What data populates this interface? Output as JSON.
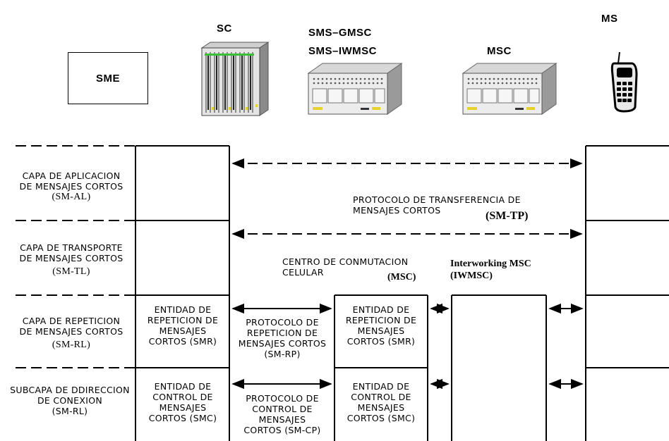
{
  "devices": {
    "sme": "SME",
    "sc": "SC",
    "gmsc_1": "SMS–GMSC",
    "gmsc_2": "SMS–IWMSC",
    "msc": "MSC",
    "ms": "MS"
  },
  "layers": {
    "al": [
      "CAPA DE APLICACION",
      "DE MENSAJES CORTOS",
      "(SM-AL)"
    ],
    "tl": [
      "CAPA DE TRANSPORTE",
      "DE MENSAJES CORTOS",
      "(SM-TL)"
    ],
    "rl": [
      "CAPA DE REPETICION",
      "DE MENSAJES CORTOS",
      "(SM-RL)"
    ],
    "cl": [
      "SUBCAPA DE DDIRECCION",
      "DE CONEXION",
      "(SM-RL)"
    ]
  },
  "protocols": {
    "tp_line1": "PROTOCOLO DE TRANSFERENCIA DE",
    "tp_line2": "MENSAJES CORTOS",
    "tp_abbr": "(SM-TP)",
    "msc_line1": "CENTRO DE CONMUTACION",
    "msc_line2": "CELULAR",
    "msc_abbr": "(MSC)",
    "iwmsc_line1": "Interworking MSC",
    "iwmsc_line2": "(IWMSC)",
    "rp": [
      "PROTOCOLO DE",
      "REPETICION DE",
      "MENSAJES CORTOS",
      "(SM-RP)"
    ],
    "cp": [
      "PROTOCOLO DE",
      "CONTROL DE",
      "MENSAJES",
      "CORTOS (SM-CP)"
    ]
  },
  "entities": {
    "smr": [
      "ENTIDAD DE",
      "REPETICION DE",
      "MENSAJES",
      "CORTOS (SMR)"
    ],
    "smc": [
      "ENTIDAD DE",
      "CONTROL DE",
      "MENSAJES",
      "CORTOS (SMC)"
    ]
  }
}
